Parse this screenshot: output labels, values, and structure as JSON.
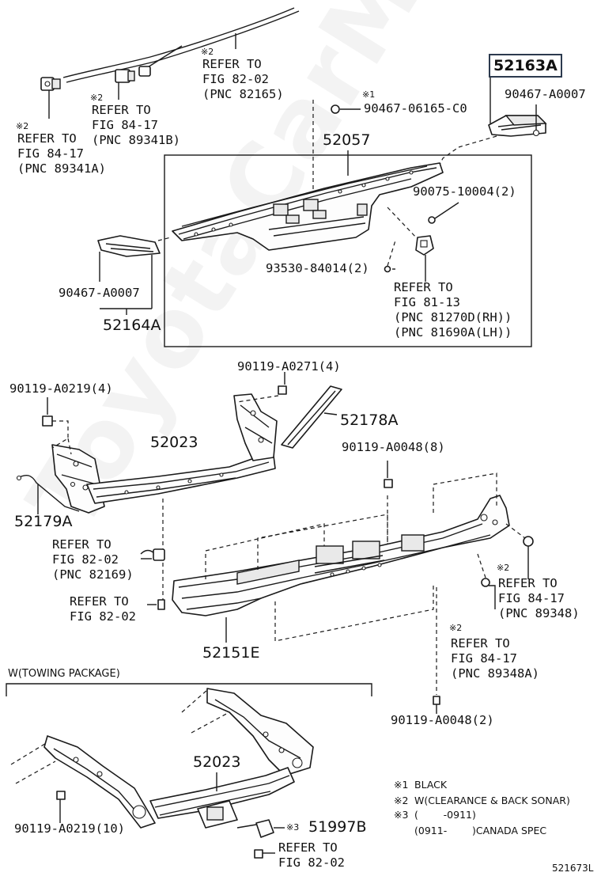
{
  "diagram": {
    "sheet_code": "521673L",
    "watermark": "ToyotaCarMine.ru",
    "upper_wiring": {
      "ref_82165": {
        "mark": "※2",
        "lines": [
          "REFER TO",
          "FIG 82-02",
          "(PNC 82165)"
        ]
      },
      "ref_89341B": {
        "mark": "※2",
        "lines": [
          "REFER TO",
          "FIG 84-17",
          "(PNC 89341B)"
        ]
      },
      "ref_89341A": {
        "mark": "※2",
        "lines": [
          "REFER TO",
          "FIG 84-17",
          "(PNC 89341A)"
        ]
      }
    },
    "step_assembly": {
      "part_52163A": "52163A",
      "bolt_A0007_right": "90467-A0007",
      "clip_06165": {
        "mark": "※1",
        "text": "90467-06165-C0"
      },
      "part_52057": "52057",
      "nut_10004": "90075-10004(2)",
      "bolt_84014": "93530-84014(2)",
      "ref_81": [
        "REFER TO",
        "FIG 81-13",
        "(PNC 81270D(RH))",
        "(PNC 81690A(LH))"
      ],
      "bolt_A0007_left": "90467-A0007",
      "part_52164A": "52164A"
    },
    "bumper_assembly": {
      "bolt_A0271": "90119-A0271(4)",
      "bolt_A0219": "90119-A0219(4)",
      "part_52178A": "52178A",
      "part_52023": "52023",
      "bolt_A0048_8": "90119-A0048(8)",
      "part_52179A": "52179A",
      "ref_82169": [
        "REFER TO",
        "FIG 82-02",
        "(PNC 82169)"
      ],
      "ref_82_02": [
        "REFER TO",
        "FIG 82-02"
      ],
      "ref_89348": {
        "mark": "※2",
        "lines": [
          "REFER TO",
          "FIG 84-17",
          "(PNC 89348)"
        ]
      },
      "ref_89348A": {
        "mark": "※2",
        "lines": [
          "REFER TO",
          "FIG 84-17",
          "(PNC 89348A)"
        ]
      },
      "part_52151E": "52151E",
      "bolt_A0048_2": "90119-A0048(2)"
    },
    "towing_package": {
      "title": "W(TOWING PACKAGE)",
      "part_52023": "52023",
      "bolt_A0219_10": "90119-A0219(10)",
      "part_51997B": {
        "mark": "※3",
        "text": "51997B"
      },
      "ref_82_02": [
        "REFER TO",
        "FIG 82-02"
      ]
    },
    "legend": [
      {
        "mark": "※1",
        "text": "BLACK"
      },
      {
        "mark": "※2",
        "text": "W(CLEARANCE & BACK SONAR)"
      },
      {
        "mark": "※3",
        "text": "(        -0911)"
      },
      {
        "mark": "",
        "text": "(0911-        )CANADA SPEC"
      }
    ]
  }
}
